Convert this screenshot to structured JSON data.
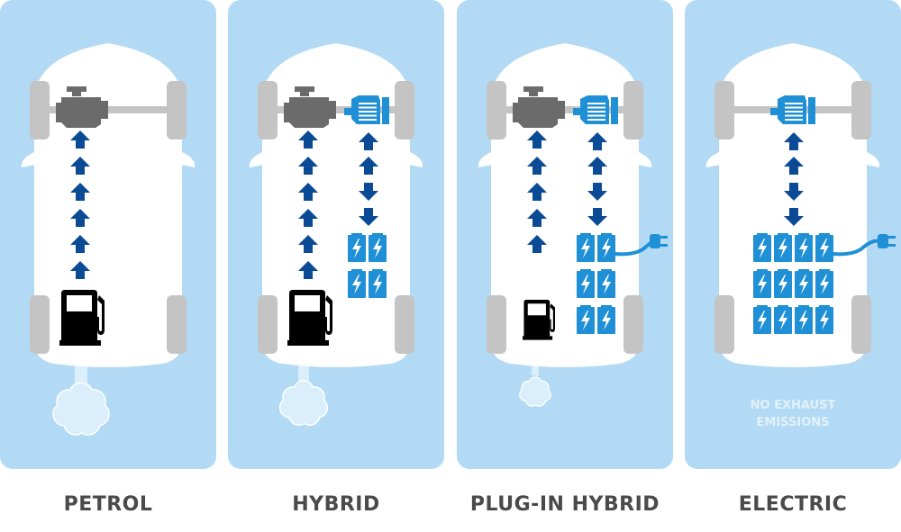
{
  "title": "Vehicle powertrain comparison",
  "colors": {
    "panel_bg": "#b3daf4",
    "car_body": "#ffffff",
    "wheel": "#c4c4c4",
    "engine": "#6b6b6b",
    "motor": "#1f8fd6",
    "battery": "#1f8fd6",
    "arrow": "#0b4a94",
    "fuel_pump": "#000000",
    "exhaust": "#daeefb",
    "label_text": "#4a4a4a"
  },
  "panels": [
    {
      "id": "petrol",
      "label": "PETROL",
      "has_engine": true,
      "has_motor": false,
      "fuel_pump": "large",
      "battery_grid": {
        "cols": 0,
        "rows": 0
      },
      "plug": false,
      "exhaust": "large",
      "fuel_arrows": 6,
      "motor_arrows": 0,
      "note": ""
    },
    {
      "id": "hybrid",
      "label": "HYBRID",
      "has_engine": true,
      "has_motor": true,
      "fuel_pump": "large",
      "battery_grid": {
        "cols": 2,
        "rows": 2
      },
      "plug": false,
      "exhaust": "medium",
      "fuel_arrows": 6,
      "motor_arrows": 4,
      "note": ""
    },
    {
      "id": "plug-in-hybrid",
      "label": "PLUG-IN HYBRID",
      "has_engine": true,
      "has_motor": true,
      "fuel_pump": "small",
      "battery_grid": {
        "cols": 2,
        "rows": 3
      },
      "plug": true,
      "exhaust": "small",
      "fuel_arrows": 5,
      "motor_arrows": 4,
      "note": ""
    },
    {
      "id": "electric",
      "label": "ELECTRIC",
      "has_engine": false,
      "has_motor": true,
      "fuel_pump": "none",
      "battery_grid": {
        "cols": 4,
        "rows": 3
      },
      "plug": true,
      "exhaust": "none",
      "fuel_arrows": 0,
      "motor_arrows": 4,
      "note_line1": "NO EXHAUST",
      "note_line2": "EMISSIONS"
    }
  ]
}
